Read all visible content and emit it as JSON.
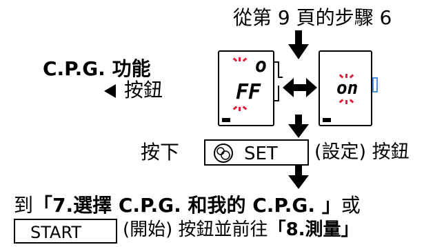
{
  "header": {
    "from_page_step": "從第 9 頁的步驟 6"
  },
  "left_panel": {
    "title": "C.P.G. 功能",
    "button_label": "按鈕"
  },
  "lcd_off": {
    "digit_top": "o",
    "digit_bottom": "FF"
  },
  "lcd_on": {
    "digits": "on"
  },
  "press_row": {
    "prefix": "按下",
    "button_text": "SET",
    "suffix": "(設定) 按鈕"
  },
  "bottom": {
    "line1_prefix": "到",
    "line1_link": "「7.選擇 C.P.G. 和我的 C.P.G. 」",
    "line1_suffix": "或",
    "start_button": "START",
    "line2_mid": "(開始) 按鈕並前往",
    "line2_link": "「8.測量」"
  },
  "colors": {
    "flash_red": "#e0203a",
    "battery_blue": "#4a90d9"
  },
  "icons": [
    "left-triangle-icon",
    "down-arrow-icon",
    "double-arrow-icon",
    "set-symbol-icon"
  ]
}
